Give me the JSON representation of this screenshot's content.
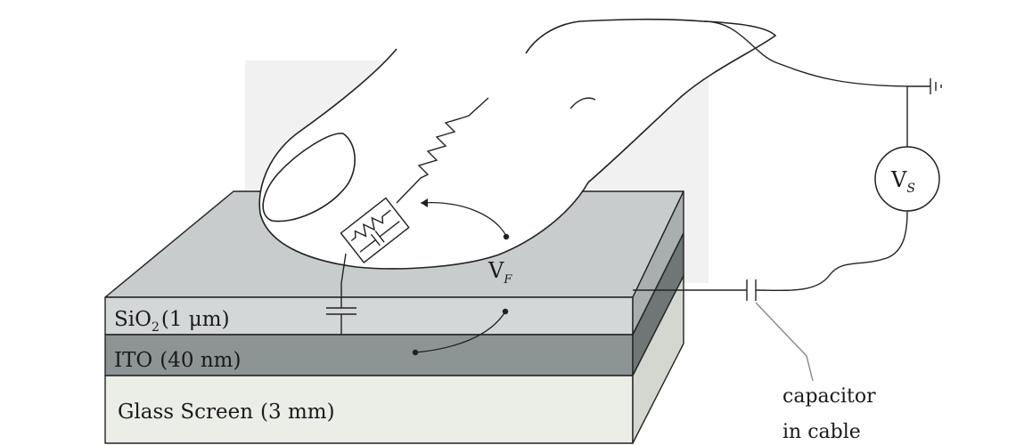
{
  "layers": {
    "sio2": {
      "name": "SiO",
      "sub": "2",
      "thickness": "(1 μm)"
    },
    "ito": {
      "name": "ITO",
      "thickness": "(40 nm)"
    },
    "glass": {
      "name": "Glass Screen",
      "thickness": "(3 mm)"
    }
  },
  "labels": {
    "vf_main": "V",
    "vf_sub": "F",
    "vs_main": "V",
    "vs_sub": "S",
    "capacitor_line1": "capacitor",
    "capacitor_line2": "in cable"
  },
  "colors": {
    "sio2_front": "#d3d6d6",
    "sio2_top": "#c6caca",
    "ito_front": "#8b9393",
    "ito_side": "#6f7777",
    "glass_front": "#eaece6",
    "glass_side": "#d5d8d1",
    "stroke": "#222222",
    "backdrop": "#efefef"
  }
}
